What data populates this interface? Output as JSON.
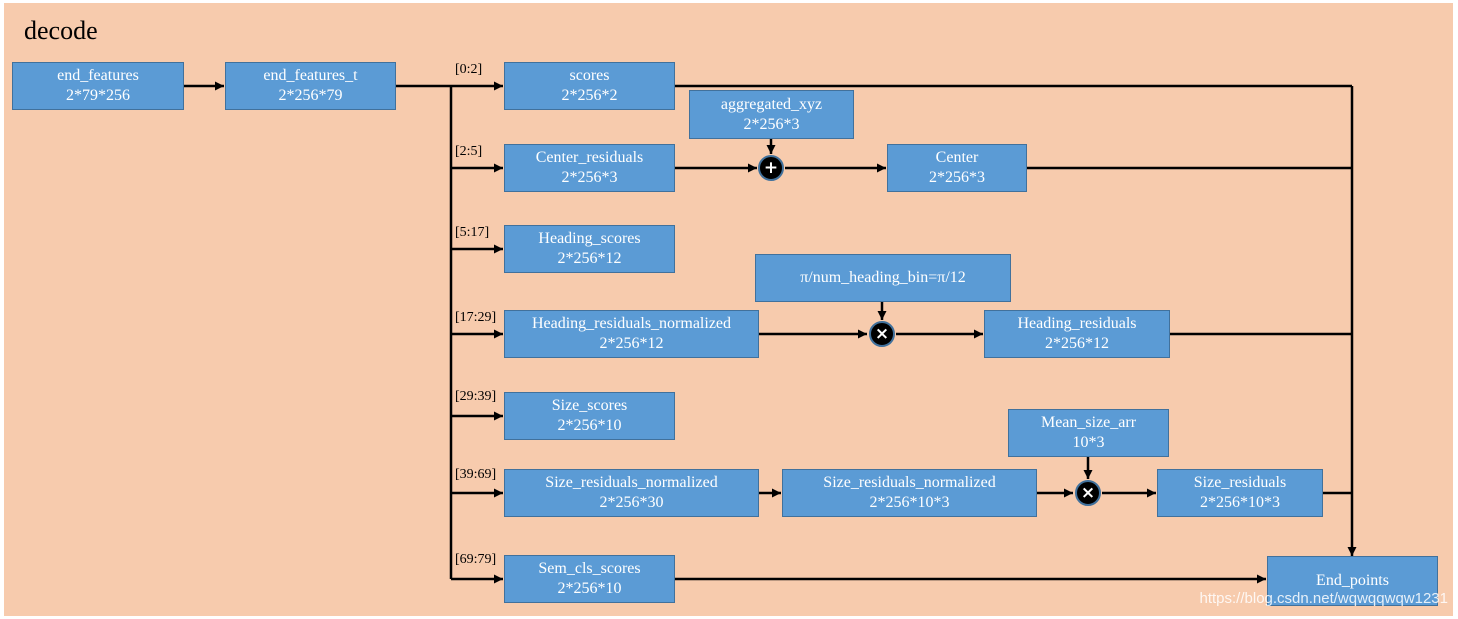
{
  "title": "decode",
  "watermark": "https://blog.csdn.net/wqwqqwqw1231",
  "colors": {
    "background": "#f7cbad",
    "box": "#5b9bd5",
    "box_border": "#41719c",
    "line": "#000000"
  },
  "nodes": {
    "end_features": {
      "name": "end_features",
      "shape": "2*79*256"
    },
    "end_features_t": {
      "name": "end_features_t",
      "shape": "2*256*79"
    },
    "scores": {
      "name": "scores",
      "shape": "2*256*2"
    },
    "aggregated_xyz": {
      "name": "aggregated_xyz",
      "shape": "2*256*3"
    },
    "center_residuals": {
      "name": "Center_residuals",
      "shape": "2*256*3"
    },
    "center": {
      "name": "Center",
      "shape": "2*256*3"
    },
    "heading_scores": {
      "name": "Heading_scores",
      "shape": "2*256*12"
    },
    "pi_heading": {
      "name": "π/num_heading_bin=π/12"
    },
    "heading_residuals_normalized": {
      "name": "Heading_residuals_normalized",
      "shape": "2*256*12"
    },
    "heading_residuals": {
      "name": "Heading_residuals",
      "shape": "2*256*12"
    },
    "size_scores": {
      "name": "Size_scores",
      "shape": "2*256*10"
    },
    "mean_size_arr": {
      "name": "Mean_size_arr",
      "shape": "10*3"
    },
    "size_residuals_normalized_flat": {
      "name": "Size_residuals_normalized",
      "shape": "2*256*30"
    },
    "size_residuals_normalized": {
      "name": "Size_residuals_normalized",
      "shape": "2*256*10*3"
    },
    "size_residuals": {
      "name": "Size_residuals",
      "shape": "2*256*10*3"
    },
    "sem_cls_scores": {
      "name": "Sem_cls_scores",
      "shape": "2*256*10"
    },
    "end_points": {
      "name": "End_points"
    }
  },
  "slices": [
    "[0:2]",
    "[2:5]",
    "[5:17]",
    "[17:29]",
    "[29:39]",
    "[39:69]",
    "[69:79]"
  ],
  "ops": {
    "add": "+",
    "multiply": "×"
  }
}
